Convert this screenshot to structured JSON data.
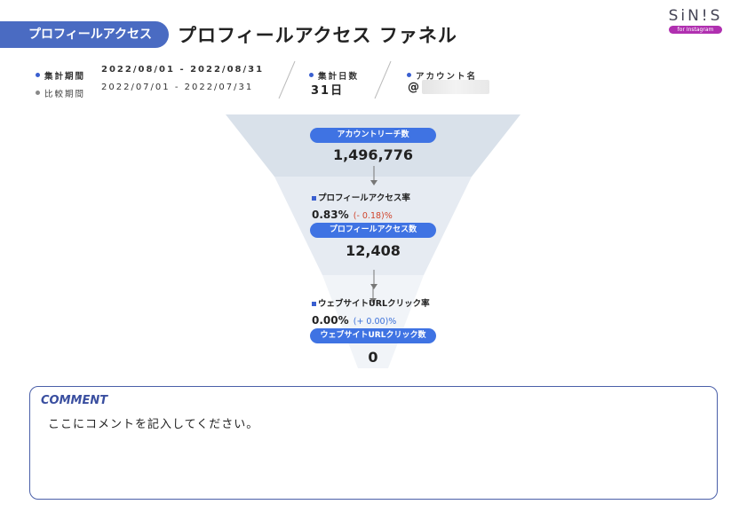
{
  "header": {
    "section_tab": "プロフィールアクセス",
    "title": "プロフィールアクセス ファネル",
    "logo_word": "SiN!S",
    "logo_sub": "for Instagram"
  },
  "info": {
    "period_label": "集計期間",
    "period_value": "2022/08/01 - 2022/08/31",
    "compare_label": "比較期間",
    "compare_value": "2022/07/01 - 2022/07/31",
    "days_label": "集計日数",
    "days_value": "31日",
    "account_label": "アカウント名",
    "account_value": "@"
  },
  "funnel": {
    "reach_label": "アカウントリーチ数",
    "reach_value": "1,496,776",
    "profile_rate_label": "プロフィールアクセス率",
    "profile_rate_value": "0.83%",
    "profile_rate_delta": "(- 0.18)%",
    "profile_access_label": "プロフィールアクセス数",
    "profile_access_value": "12,408",
    "web_rate_label": "ウェブサイトURLクリック率",
    "web_rate_value": "0.00%",
    "web_rate_delta": "(+ 0.00)%",
    "web_click_label": "ウェブサイトURLクリック数",
    "web_click_value": "0"
  },
  "colors": {
    "accent": "#4a6bc2",
    "pill": "#3f73e3",
    "negative": "#d0442c",
    "positive": "#3a6fd8"
  },
  "comment": {
    "title": "COMMENT",
    "text": "ここにコメントを記入してください。"
  }
}
